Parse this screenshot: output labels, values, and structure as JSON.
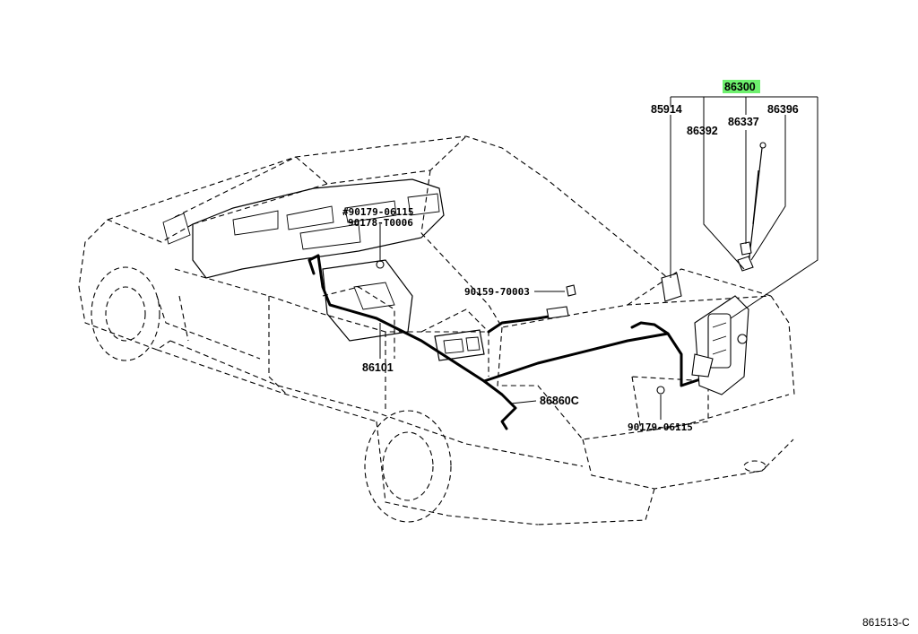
{
  "callouts": {
    "antenna_assy": "86300",
    "cover": "85914",
    "cord": "86392",
    "rod": "86337",
    "bracket": "86396",
    "bolt_1": "#90179-06115",
    "clip_1": "90178-T0006",
    "bolt_2": "90159-70003",
    "harness_front": "86101",
    "cord_rear": "86860C",
    "bolt_3": "90179-06115"
  },
  "diagram_code": "861513-C",
  "colors": {
    "highlight": "#6ef06e"
  }
}
